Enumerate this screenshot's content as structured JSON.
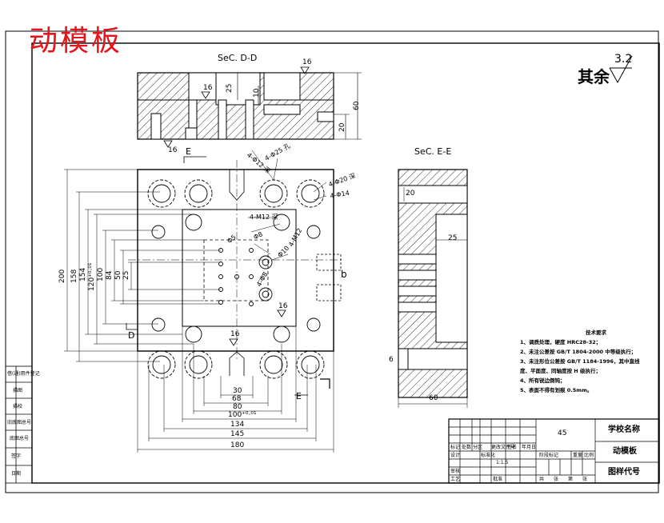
{
  "title": "动模板",
  "section_dd": "SeC. D-D",
  "section_ee": "SeC. E-E",
  "roughness": {
    "label": "其余",
    "value": "3.2"
  },
  "section_marks": {
    "E": "E",
    "D": "D",
    "b": "b"
  },
  "surface_finish": [
    "16",
    "16",
    "16",
    "16",
    "16"
  ],
  "dims_top_view": {
    "h200": "200",
    "h158": "158",
    "h154": "154",
    "h120": "120⁺⁰·⁰¹",
    "h100": "100",
    "h84": "84",
    "h50": "50",
    "h25": "25",
    "w30": "30",
    "w68": "68",
    "w80": "80",
    "w100": "100⁺⁰·⁰¹",
    "w134": "134",
    "w145": "145",
    "w180": "180"
  },
  "dims_section_dd": {
    "d25": "25",
    "d10": "10",
    "d60": "60",
    "d20": "20"
  },
  "dims_section_ee": {
    "d20": "20",
    "d25": "25",
    "d6": "6",
    "d60": "60"
  },
  "hole_labels": [
    "4-Φ12 深",
    "4-Φ25 孔",
    "4-Φ20 深",
    "4-Φ14",
    "4-M12 深",
    "Φ5",
    "Φ8",
    "Φ10",
    "4-M12",
    "4-Φ8"
  ],
  "tech_notes": {
    "heading": "技术要求",
    "items": [
      "1、调质处理，硬度 HRC28-32；",
      "2、未注公差按 GB/T 1804-2000 中等级执行；",
      "3、未注形位公差按 GB/T 1184-1996，其中直线度、平面度、同轴度按 H 级执行；",
      "4、所有锐边倒钝；",
      "5、表面不得有划痕 0.5mm。"
    ]
  },
  "title_block": {
    "material": "45",
    "school": "学校名称",
    "part_name": "动模板",
    "drawing_no": "图样代号",
    "scale": "1:1.5",
    "row_labels": [
      "标记",
      "处数",
      "分区",
      "更改文件号",
      "签名",
      "年月日"
    ],
    "row_labels2": [
      "设计",
      "审核",
      "工艺"
    ],
    "row_labels3": [
      "标准化",
      "批准"
    ],
    "stage_labels": [
      "阶段标记",
      "重量",
      "比例"
    ],
    "sheet_labels": [
      "共",
      "张",
      "第",
      "张"
    ]
  },
  "side_stamps": [
    "借(通)用件登记",
    "描图",
    "描校",
    "旧底图总号",
    "底图总号",
    "签字",
    "日期"
  ]
}
